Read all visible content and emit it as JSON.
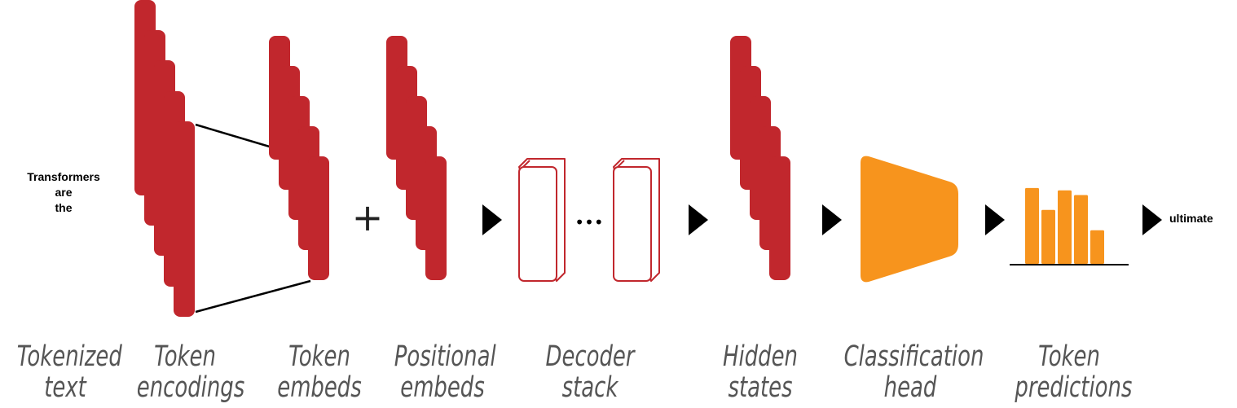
{
  "input_tokens": [
    "Transformers",
    "are",
    "the"
  ],
  "output_token": "ultimate",
  "plus_symbol": "+",
  "ellipsis": "•••",
  "colors": {
    "token_bar": "#c1272d",
    "decoder_outline": "#c1272d",
    "classification_head": "#f7941d",
    "prediction_bars": "#f7941d",
    "arrows": "#000000",
    "caption_text": "#555555"
  },
  "prediction_values": [
    0.97,
    0.69,
    0.94,
    0.88,
    0.43
  ],
  "captions": [
    {
      "line1": "Tokenized",
      "line2": "text"
    },
    {
      "line1": "Token",
      "line2": "encodings"
    },
    {
      "line1": "Token",
      "line2": "embeds"
    },
    {
      "line1": "Positional",
      "line2": "embeds"
    },
    {
      "line1": "Decoder",
      "line2": "stack"
    },
    {
      "line1": "Hidden",
      "line2": "states"
    },
    {
      "line1": "Classification",
      "line2": "head"
    },
    {
      "line1": "Token",
      "line2": "predictions"
    }
  ]
}
